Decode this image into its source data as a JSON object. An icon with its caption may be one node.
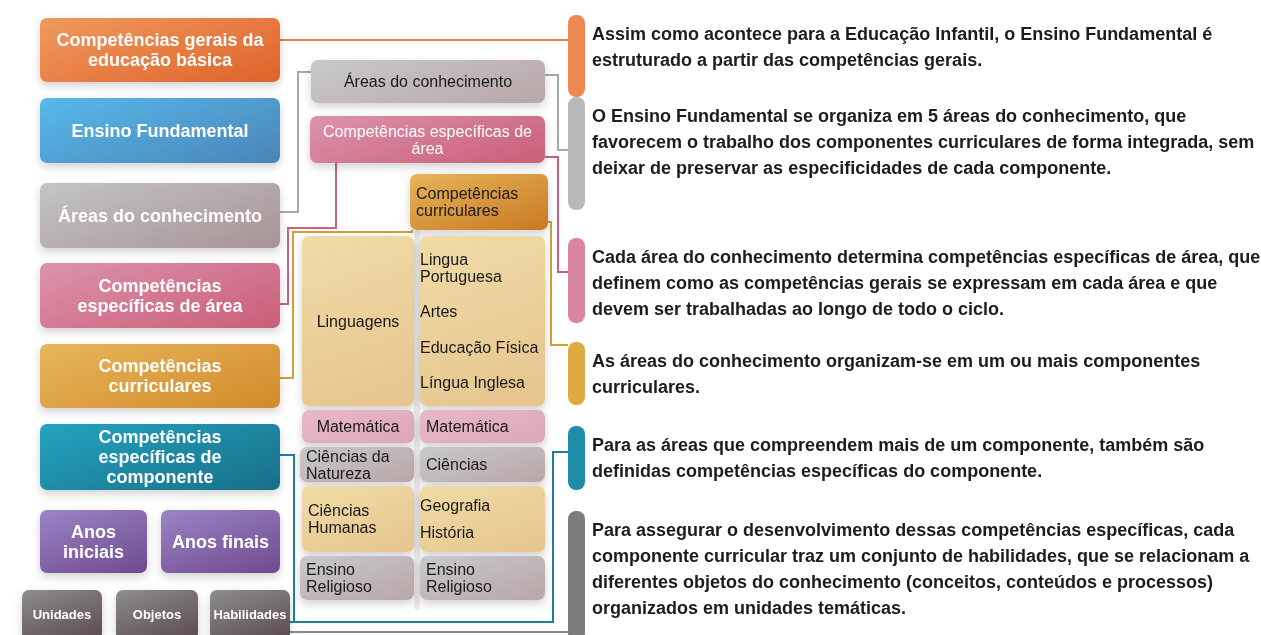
{
  "diagram": {
    "nodes": [
      {
        "text": [
          "Competências gerais da educação básica"
        ]
      },
      {
        "text": [
          "Ensino Fundamental"
        ]
      },
      {
        "text": [
          "Áreas do conhecimento"
        ]
      },
      {
        "text": [
          "Competências específicas de área"
        ]
      },
      {
        "text": [
          "Competências curriculares"
        ]
      },
      {
        "text": [
          "Competências específicas de componente"
        ]
      },
      {
        "text": [
          "Anos iniciais"
        ]
      },
      {
        "text": [
          "Anos finais"
        ]
      },
      {
        "text": [
          "Unidades"
        ]
      },
      {
        "text": [
          "Objetos"
        ]
      },
      {
        "text": [
          "Habilidades"
        ]
      },
      {
        "text": [
          "Áreas do conhecimento"
        ]
      },
      {
        "text": [
          "Competências específicas de área"
        ]
      },
      {
        "text": [
          "Competências curriculares"
        ]
      },
      {
        "text": [
          "Linguagens"
        ]
      },
      {
        "text": [
          "Lingua Portuguesa",
          "Artes",
          "Educação Física",
          "Língua Inglesa"
        ]
      },
      {
        "text": [
          "Matemática"
        ]
      },
      {
        "text": [
          "Matemática"
        ]
      },
      {
        "text": [
          "Ciências da Natureza"
        ]
      },
      {
        "text": [
          "Ciências"
        ]
      },
      {
        "text": [
          "Ciências Humanas"
        ]
      },
      {
        "text": [
          "Geografia",
          "História"
        ]
      },
      {
        "text": [
          "Ensino Religioso"
        ]
      },
      {
        "text": [
          "Ensino Religioso"
        ]
      },
      {
        "text": [
          "Assim como acontece para a Educação Infantil, o Ensino Fundamental é estruturado a partir das competências gerais."
        ]
      },
      {
        "text": [
          "O Ensino Fundamental se organiza em 5 áreas do conhecimento, que favorecem o trabalho dos componentes curriculares de forma integrada, sem deixar de preservar as especificidades de cada componente."
        ]
      },
      {
        "text": [
          "Cada área do conhecimento determina competências específicas de área, que definem como as competências gerais se expressam em cada área e que devem ser trabalhadas ao longo de todo o ciclo."
        ]
      },
      {
        "text": [
          "As áreas do conhecimento organizam-se em um ou mais componentes curriculares."
        ]
      },
      {
        "text": [
          "Para as áreas que compreendem mais de um componente, também são definidas competências específicas do componente."
        ]
      },
      {
        "text": [
          "Para assegurar o desenvolvimento dessas competências específicas, cada componente curricular traz um conjunto de habilidades, que se relacionam a diferentes objetos do conhecimento (conceitos, conteúdos e processos) organizados em unidades temáticas."
        ]
      }
    ],
    "edges": [
      {
        "from": 0,
        "to": 24,
        "arrow": "none",
        "color": "#e8834a"
      },
      {
        "from": 2,
        "to": 11,
        "arrow": "none",
        "color": "#a8a8a8"
      },
      {
        "from": 11,
        "to": 25,
        "arrow": "none",
        "color": "#a8a8a8"
      },
      {
        "from": 3,
        "to": 12,
        "arrow": "none",
        "color": "#c9627f"
      },
      {
        "from": 12,
        "to": 26,
        "arrow": "none",
        "color": "#c9627f"
      },
      {
        "from": 4,
        "to": 13,
        "arrow": "none",
        "color": "#d4a035"
      },
      {
        "from": 13,
        "to": 27,
        "arrow": "none",
        "color": "#d4a035"
      },
      {
        "from": 5,
        "to": 28,
        "arrow": "none",
        "color": "#1f7f99"
      },
      {
        "from": 10,
        "to": 28,
        "arrow": "none",
        "color": "#1f7f99"
      },
      {
        "from": 10,
        "to": 29,
        "arrow": "none",
        "color": "#8a8a8a"
      }
    ]
  }
}
